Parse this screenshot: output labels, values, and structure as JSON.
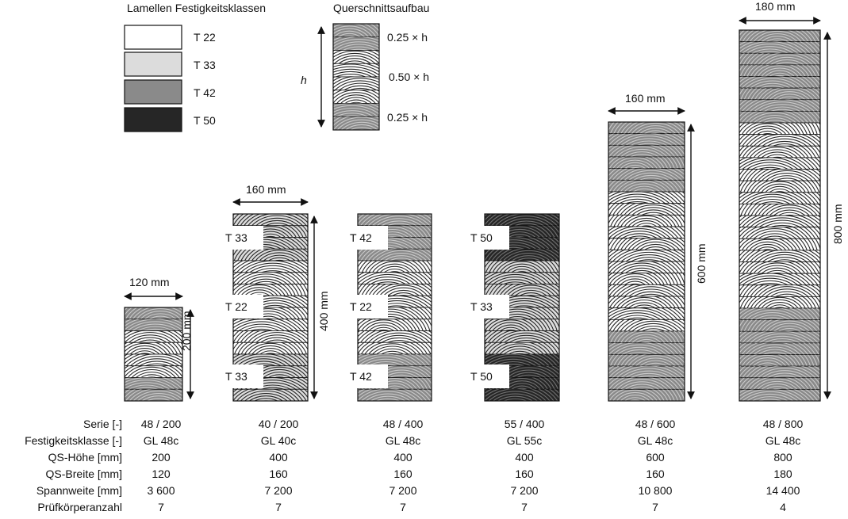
{
  "legend": {
    "title": "Lamellen Festigkeitsklassen",
    "items": [
      {
        "label": "T 22",
        "color": "#ffffff"
      },
      {
        "label": "T 33",
        "color": "#dcdcdc"
      },
      {
        "label": "T 42",
        "color": "#8a8a8a"
      },
      {
        "label": "T 50",
        "color": "#262626"
      }
    ]
  },
  "cross_section": {
    "title": "Querschnittsaufbau",
    "height_symbol": "h",
    "fractions": [
      "0.25 × h",
      "0.50 × h",
      "0.25 × h"
    ]
  },
  "specimens": [
    {
      "width_label": "120 mm",
      "height_label": "200 mm",
      "outer": "T42",
      "inner": "T22",
      "tag_outer": "",
      "tag_inner": ""
    },
    {
      "width_label": "160 mm",
      "height_label": "400 mm",
      "outer": "T33",
      "inner": "T22",
      "tag_outer": "T 33",
      "tag_inner": "T 22"
    },
    {
      "width_label": "",
      "height_label": "",
      "outer": "T42",
      "inner": "T22",
      "tag_outer": "T 42",
      "tag_inner": "T 22"
    },
    {
      "width_label": "",
      "height_label": "",
      "outer": "T50",
      "inner": "T33",
      "tag_outer": "T 50",
      "tag_inner": "T 33"
    },
    {
      "width_label": "160 mm",
      "height_label": "600 mm",
      "outer": "T42",
      "inner": "T22",
      "tag_outer": "",
      "tag_inner": ""
    },
    {
      "width_label": "180 mm",
      "height_label": "800 mm",
      "outer": "T42",
      "inner": "T22",
      "tag_outer": "",
      "tag_inner": ""
    }
  ],
  "table": {
    "row_labels": [
      "Serie [-]",
      "Festigkeitsklasse [-]",
      "QS-Höhe [mm]",
      "QS-Breite [mm]",
      "Spannweite [mm]",
      "Prüfkörperanzahl"
    ],
    "columns": [
      [
        "48 / 200",
        "GL 48c",
        "200",
        "120",
        "3 600",
        "7"
      ],
      [
        "40 / 200",
        "GL 40c",
        "400",
        "160",
        "7 200",
        "7"
      ],
      [
        "48 / 400",
        "GL 48c",
        "400",
        "160",
        "7 200",
        "7"
      ],
      [
        "55 / 400",
        "GL 55c",
        "400",
        "160",
        "7 200",
        "7"
      ],
      [
        "48 / 600",
        "GL 48c",
        "600",
        "160",
        "10 800",
        "7"
      ],
      [
        "48 / 800",
        "GL 48c",
        "800",
        "180",
        "14 400",
        "4"
      ]
    ]
  }
}
